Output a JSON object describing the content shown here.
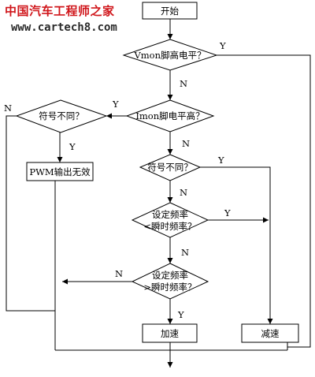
{
  "watermark": {
    "title": "中国汽车工程师之家",
    "url": "www.cartech8.com",
    "title_color": "#d0161b"
  },
  "flowchart": {
    "start": "开始",
    "d1": "Vmon脚高电平？",
    "d2": "Imon脚电平高？",
    "d3": "符号不同？",
    "d4_line1": "设定频率",
    "d4_line2": "<瞬时频率？",
    "d5_line1": "设定频率",
    "d5_line2": ">瞬时频率？",
    "d_left": "符号不同？",
    "pwm_off": "PWM输出无效",
    "accelerate": "加速",
    "decelerate": "减速",
    "label_y": "Y",
    "label_n": "N"
  }
}
